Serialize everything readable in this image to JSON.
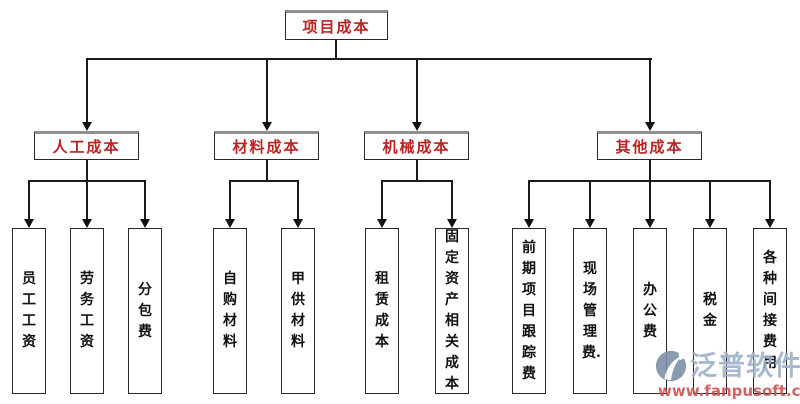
{
  "diagram": {
    "root": {
      "label": "项目成本"
    },
    "branches": [
      {
        "label": "人工成本",
        "children": [
          "员工工资",
          "劳务工资",
          "分包费"
        ]
      },
      {
        "label": "材料成本",
        "children": [
          "自购材料",
          "甲供材料"
        ]
      },
      {
        "label": "机械成本",
        "children": [
          "租赁成本",
          "固定资产相关成本"
        ]
      },
      {
        "label": "其他成本",
        "children": [
          "前期项目跟踪费",
          "现场管理费.",
          "办公费",
          "税金",
          "各种间接费用"
        ]
      }
    ]
  },
  "watermark": {
    "brand": "泛普软件",
    "url": "www.fanpusoft.com",
    "logo": "swirl-logo-icon"
  },
  "colors": {
    "header_text_red": "#bb2222",
    "leaf_text_black": "#111111",
    "connector_black": "#1a1a1a",
    "box_border": "#2a2a2a",
    "box_top_shadow_gray": "#8f8f8f",
    "watermark_blue": "#9db0c9",
    "watermark_red": "#c94f4f"
  }
}
